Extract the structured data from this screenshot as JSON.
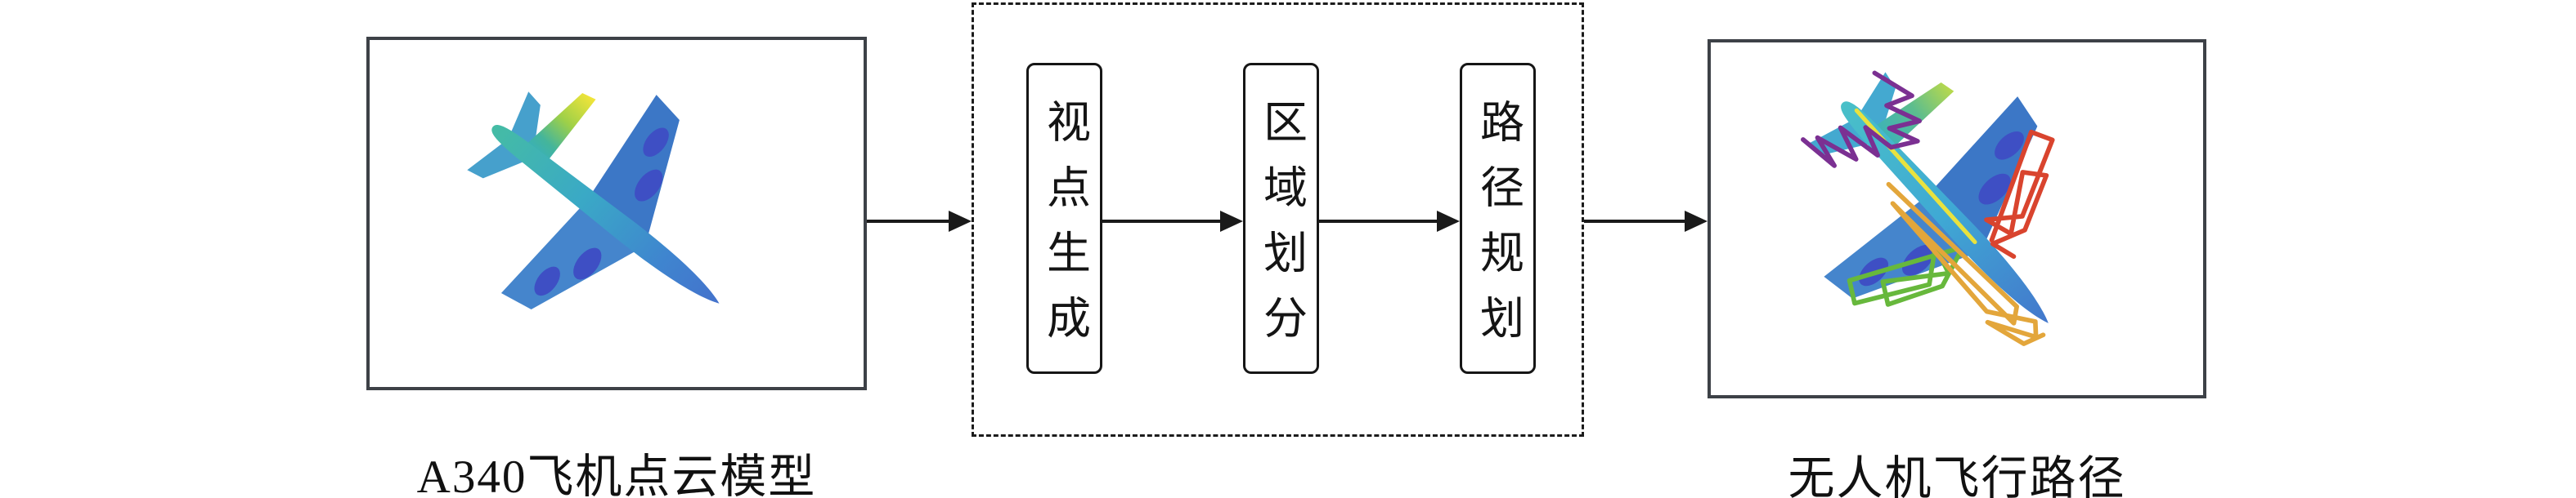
{
  "figure": {
    "left_panel": {
      "caption": "A340飞机点云模型"
    },
    "pipeline": {
      "steps": [
        {
          "label": "视点生成"
        },
        {
          "label": "区域划分"
        },
        {
          "label": "路径规划"
        }
      ]
    },
    "right_panel": {
      "caption": "无人机飞行路径"
    }
  },
  "colors": {
    "panel_border": "#3d4147",
    "box_border": "#161616",
    "arrow": "#1a1a1a",
    "text": "#111111",
    "plane_body_teal": "#45bca4",
    "plane_body_blue": "#4472cc",
    "plane_wing_blue": "#3c77c6",
    "plane_engine_blue": "#3e4fc4",
    "fin_yellow": "#f3e539",
    "path_purple": "#7b3092",
    "path_red": "#d9442e",
    "path_green": "#67b83c",
    "path_orange": "#e3a63b",
    "path_yellow": "#e8e23f"
  }
}
